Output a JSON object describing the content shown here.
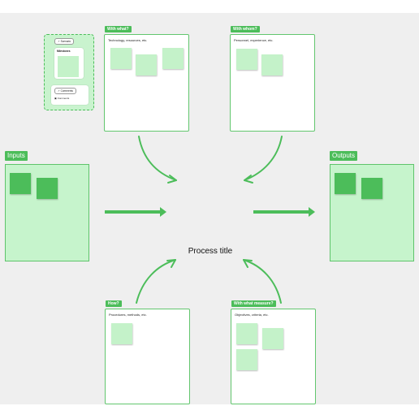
{
  "process_title": "Process title",
  "inputs_label": "Inputs",
  "outputs_label": "Outputs",
  "with_what": {
    "tag": "With what?",
    "hint": "Technology, resources, etc."
  },
  "with_whom": {
    "tag": "With whom?",
    "hint": "Personnel, experience, etc."
  },
  "how": {
    "tag": "How?",
    "hint": "Procedures, methods, etc."
  },
  "with_what_measure": {
    "tag": "With what measure?",
    "hint": "Objectives, criteria, etc."
  },
  "legend": {
    "pill_top": "Scenario",
    "card_label": "Milestones",
    "pill_bottom": "Comments",
    "footer": "Comments"
  },
  "colors": {
    "accent": "#4cbd5a",
    "sticky_light": "#c4f2c9",
    "panel_fill": "#c6f4cc",
    "canvas": "#efefef"
  }
}
